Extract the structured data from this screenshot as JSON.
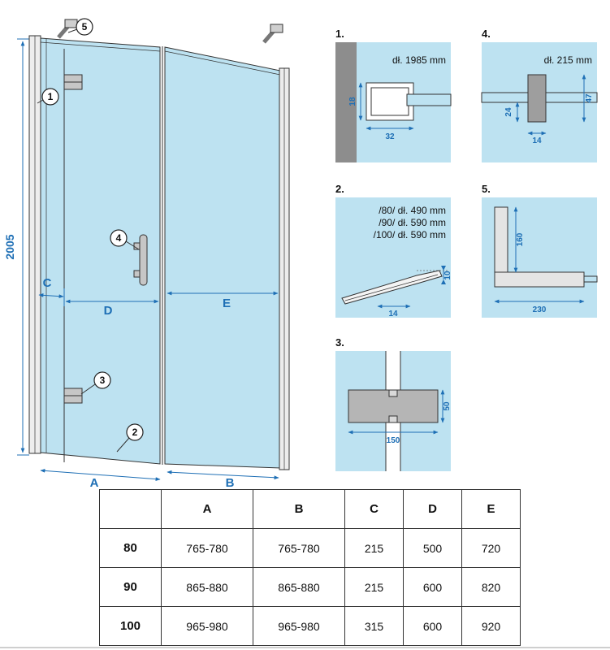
{
  "main": {
    "height_dim": "2005",
    "dim_a": "A",
    "dim_b": "B",
    "dim_c": "C",
    "dim_d": "D",
    "dim_e": "E",
    "callout_1": "1",
    "callout_2": "2",
    "callout_3": "3",
    "callout_4": "4",
    "callout_5": "5"
  },
  "details": {
    "d1": {
      "label": "1.",
      "title": "dł. 1985 mm",
      "dim_height": "18",
      "dim_width": "32"
    },
    "d2": {
      "label": "2.",
      "line_80": "/80/ dł. 490 mm",
      "line_90": "/90/ dł. 590 mm",
      "line_100": "/100/ dł. 590 mm",
      "dim_width": "14",
      "dim_thickness": "10"
    },
    "d3": {
      "label": "3.",
      "dim_width": "150",
      "dim_height": "50"
    },
    "d4": {
      "label": "4.",
      "title": "dł. 215 mm",
      "dim_drop": "24",
      "dim_height": "47",
      "dim_width": "14"
    },
    "d5": {
      "label": "5.",
      "dim_height": "160",
      "dim_width": "230"
    }
  },
  "table": {
    "col_headers": [
      "A",
      "B",
      "C",
      "D",
      "E"
    ],
    "rows": [
      {
        "label": "80",
        "values": [
          "765-780",
          "765-780",
          "215",
          "500",
          "720"
        ]
      },
      {
        "label": "90",
        "values": [
          "865-880",
          "865-880",
          "215",
          "600",
          "820"
        ]
      },
      {
        "label": "100",
        "values": [
          "965-980",
          "965-980",
          "315",
          "600",
          "920"
        ]
      }
    ]
  },
  "colors": {
    "glass_blue": "#bde2f1",
    "dimension_blue": "#1e6fb5",
    "wall_gray": "#8d8d8d",
    "hardware_gray": "#c6c6c6"
  }
}
